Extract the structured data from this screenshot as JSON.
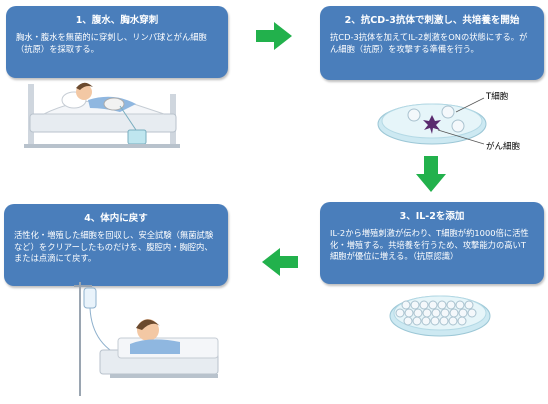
{
  "steps": [
    {
      "title": "1、腹水、胸水穿刺",
      "text": "胸水・腹水を無菌的に穿刺し、リンパ球とがん細胞（抗原）を採取する。"
    },
    {
      "title": "2、抗CD-3抗体で刺激し、共培養を開始",
      "text": "抗CD-3抗体を加えてIL-2刺激をONの状態にする。がん細胞（抗原）を攻撃する準備を行う。"
    },
    {
      "title": "3、IL-2を添加",
      "text": "IL-2から増殖刺激が伝わり、T細胞が約1000倍に活性化・増殖する。共培養を行うため、攻撃能力の高いT細胞が優位に増える。（抗原認識）"
    },
    {
      "title": "4、体内に戻す",
      "text": "活性化・増殖した細胞を回収し、安全試験（無菌試験など）をクリアーしたものだけを、腹腔内・胸腔内、または点滴にて戻す。"
    }
  ],
  "labels": {
    "t_cell": "T細胞",
    "cancer_cell": "がん細胞"
  },
  "colors": {
    "box": "#4a7ebb",
    "arrow": "#22b14c",
    "cancer": "#5a2a6e",
    "dish": "#bfe6ef"
  }
}
